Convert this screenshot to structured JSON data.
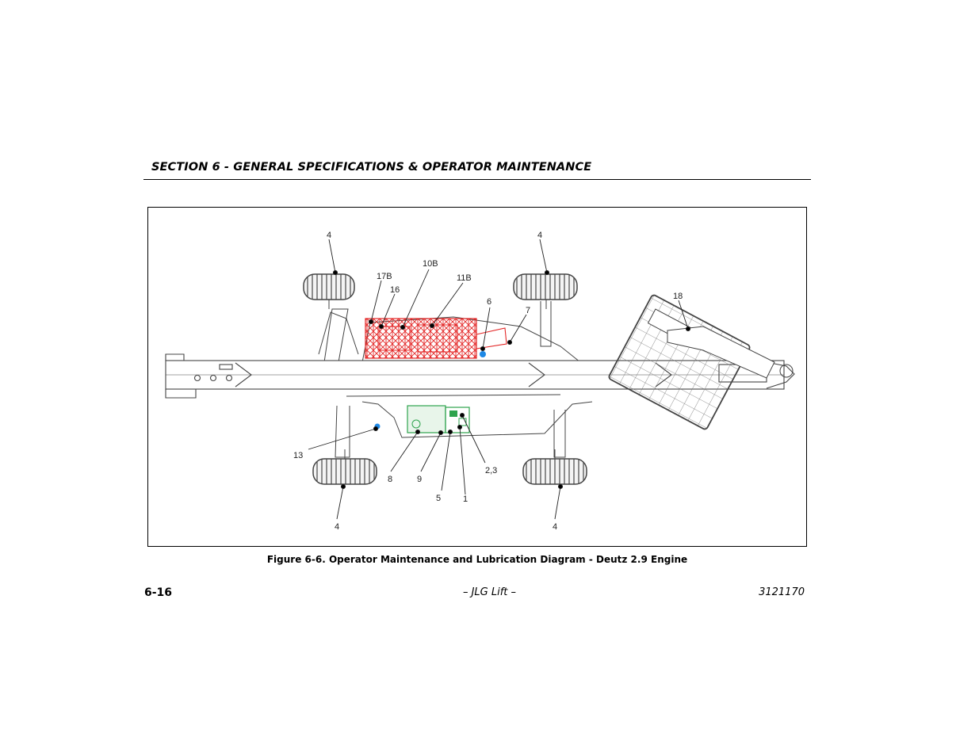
{
  "header": {
    "section_title": "SECTION 6 - GENERAL SPECIFICATIONS & OPERATOR MAINTENANCE"
  },
  "figure": {
    "caption": "Figure 6-6. Operator Maintenance and Lubrication Diagram - Deutz 2.9 Engine",
    "callouts": {
      "c4a": "4",
      "c4b": "4",
      "c4c": "4",
      "c4d": "4",
      "c17b": "17B",
      "c16": "16",
      "c10b": "10B",
      "c11b": "11B",
      "c6": "6",
      "c7": "7",
      "c18": "18",
      "c13": "13",
      "c8": "8",
      "c9": "9",
      "c5": "5",
      "c1": "1",
      "c23": "2,3"
    },
    "colors": {
      "engine": "#e32626",
      "hydraulic": "#2ea34d",
      "fluid_marker": "#1e88e5",
      "linework": "#444444"
    }
  },
  "footer": {
    "page_number": "6-16",
    "center": "– JLG Lift –",
    "doc_number": "3121170"
  }
}
